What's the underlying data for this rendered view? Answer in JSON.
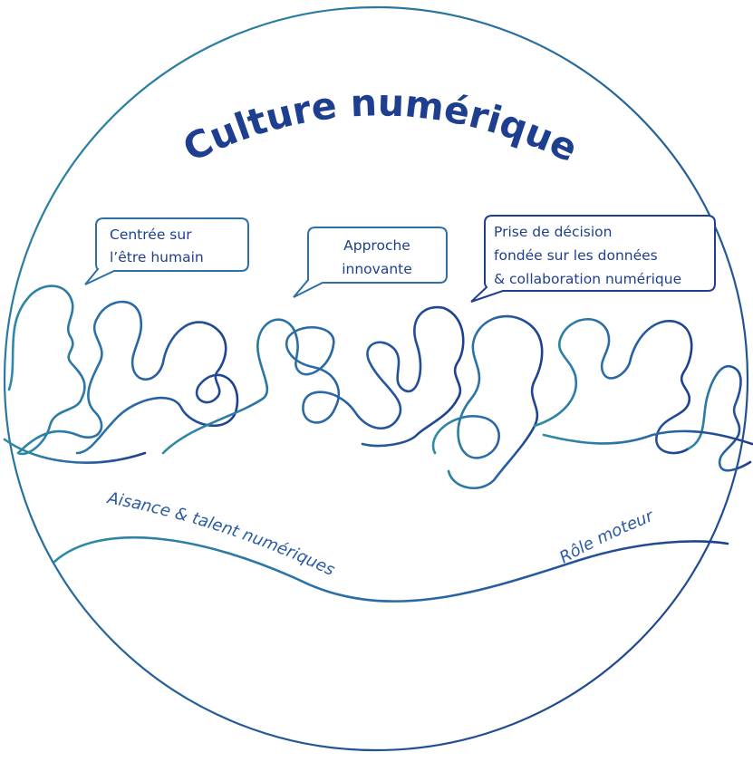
{
  "title": "Culture numérique",
  "bubbles": [
    {
      "lines": [
        "Centrée sur",
        "l’être humain"
      ]
    },
    {
      "lines": [
        "Approche",
        "innovante"
      ]
    },
    {
      "lines": [
        "Prise de décision",
        "fondée sur les données",
        "& collaboration numérique"
      ]
    }
  ],
  "curve_labels": {
    "left": "Aisance & talent numériques",
    "right": "Rôle moteur"
  },
  "colors": {
    "teal": "#2e8ba6",
    "navy": "#1e3f8f",
    "text": "#1f3f8e"
  }
}
